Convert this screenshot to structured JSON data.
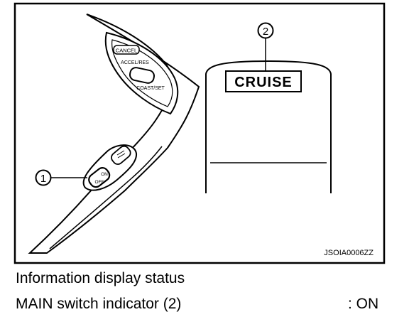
{
  "figure": {
    "callout_1": "1",
    "callout_2": "2",
    "switches": {
      "cancel": "CANCEL",
      "accel_res": "ACCEL/RES",
      "coast_set": "COAST/SET",
      "on": "ON",
      "off": "OFF"
    },
    "display_indicator": "CRUISE",
    "figure_code": "JSOIA0006ZZ"
  },
  "caption": {
    "heading": "Information display status",
    "row_label": "MAIN switch indicator (2)",
    "row_value": ": ON"
  }
}
